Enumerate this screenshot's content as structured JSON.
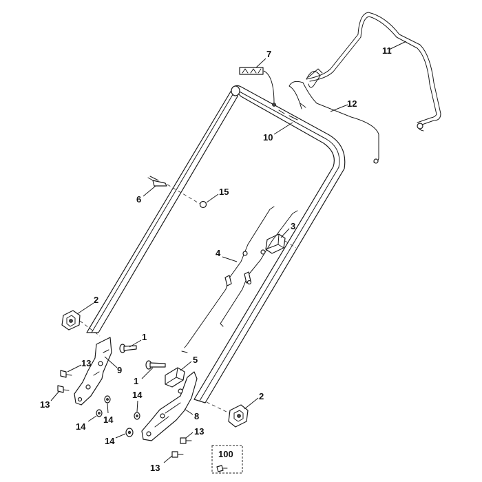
{
  "diagram": {
    "callouts": {
      "c1a": "1",
      "c1b": "1",
      "c2a": "2",
      "c2b": "2",
      "c3": "3",
      "c4": "4",
      "c5": "5",
      "c6": "6",
      "c7": "7",
      "c8": "8",
      "c9": "9",
      "c10": "10",
      "c11": "11",
      "c12": "12",
      "c13a": "13",
      "c13b": "13",
      "c13c": "13",
      "c13d": "13",
      "c14a": "14",
      "c14b": "14",
      "c14c": "14",
      "c14d": "14",
      "c15": "15",
      "c100": "100"
    }
  }
}
